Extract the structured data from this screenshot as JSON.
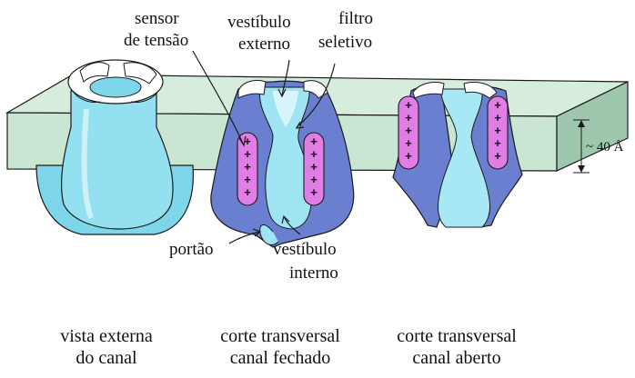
{
  "labels": {
    "sensor_line1": "sensor",
    "sensor_line2": "de tensão",
    "vest_ext_line1": "vestíbulo",
    "vest_ext_line2": "externo",
    "filtro_line1": "filtro",
    "filtro_line2": "seletivo",
    "portao": "portão",
    "vest_int_line1": "vestíbulo",
    "vest_int_line2": "interno",
    "thickness": "~ 40 Å"
  },
  "captions": [
    {
      "line1": "vista externa",
      "line2": "do canal"
    },
    {
      "line1": "corte transversal",
      "line2": "canal fechado"
    },
    {
      "line1": "corte transversal",
      "line2": "canal aberto"
    }
  ],
  "charge_symbol": "+",
  "colors": {
    "membrane": "#cfe8d8",
    "membrane_dark": "#a9cdb8",
    "channel_cyan": "#8fe3f0",
    "channel_light": "#c8f3f8",
    "channel_blue": "#6a7fd0",
    "sensor_pink": "#e07ee6",
    "outline": "#1a1a1a"
  }
}
